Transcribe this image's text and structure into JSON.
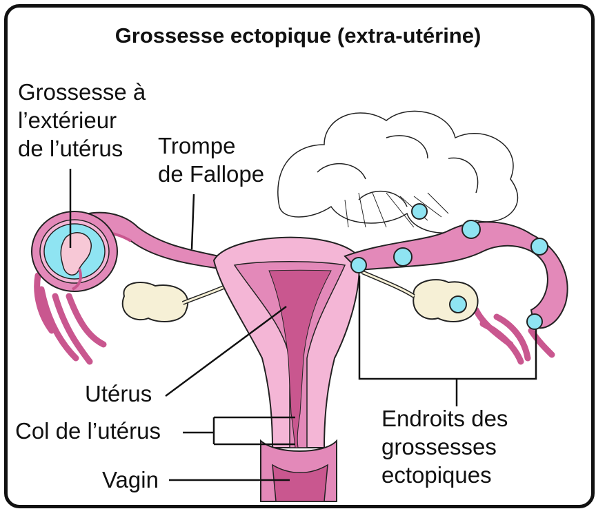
{
  "title": "Grossesse ectopique (extra-utérine)",
  "labels": {
    "outside_uterus": [
      "Grossesse à",
      "l’extérieur",
      "de l’utérus"
    ],
    "fallopian_tube": [
      "Trompe",
      "de Fallope"
    ],
    "uterus": "Utérus",
    "cervix": "Col de l’utérus",
    "vagina": "Vagin",
    "ectopic_sites": [
      "Endroits des",
      "grossesses",
      "ectopiques"
    ]
  },
  "colors": {
    "border": "#111111",
    "tissue_light": "#f4b6d6",
    "tissue_mid": "#e389b9",
    "tissue_dark": "#c9578f",
    "ovary": "#f6f0d6",
    "embryo_sac": "#8fe4f2",
    "embryo": "#f7c8d6"
  }
}
